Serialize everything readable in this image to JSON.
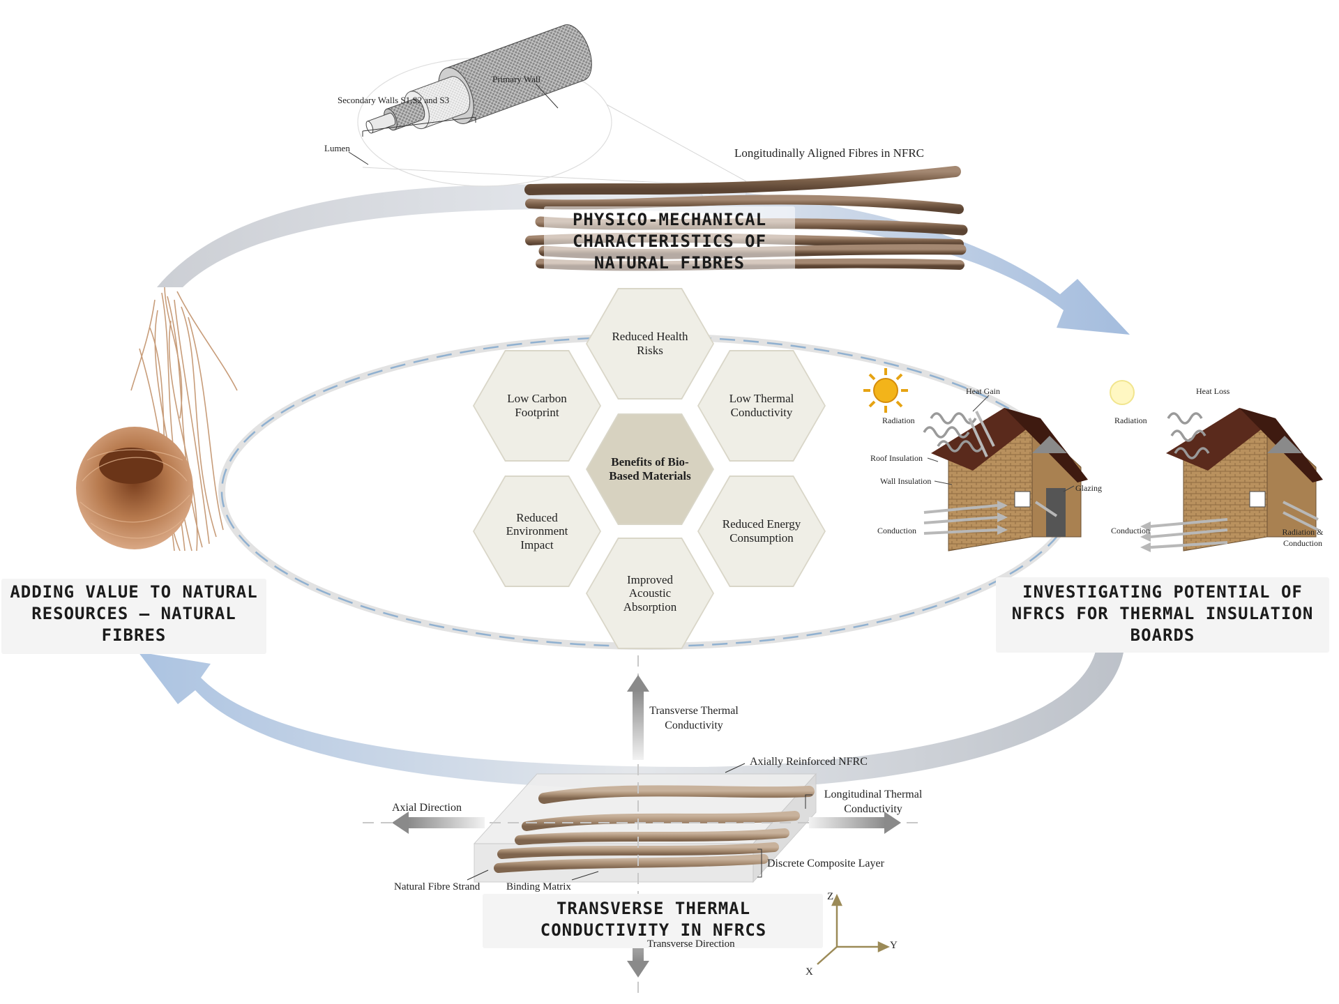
{
  "titles": {
    "top": "PHYSICO-MECHANICAL CHARACTERISTICS OF NATURAL FIBRES",
    "left": "ADDING VALUE TO NATURAL RESOURCES – NATURAL FIBRES",
    "right": "INVESTIGATING POTENTIAL OF NFRCS FOR THERMAL INSULATION BOARDS",
    "bottom": "TRANSVERSE THERMAL CONDUCTIVITY IN NFRCS"
  },
  "fibre_structure": {
    "primary_wall": "Primary Wall",
    "secondary_walls": "Secondary Walls S1,S2 and S3",
    "lumen": "Lumen",
    "aligned_fibres": "Longitudinally Aligned Fibres in NFRC"
  },
  "benefits": {
    "core": "Benefits of Bio-Based Materials",
    "items": [
      "Reduced Health Risks",
      "Low Carbon Footprint",
      "Low Thermal Conductivity",
      "Reduced Environment Impact",
      "Reduced Energy Consumption",
      "Improved Acoustic Absorption"
    ]
  },
  "houses": {
    "heat_gain": "Heat Gain",
    "heat_loss": "Heat Loss",
    "radiation": "Radiation",
    "roof_insulation": "Roof Insulation",
    "wall_insulation": "Wall Insulation",
    "glazing": "Glazing",
    "conduction": "Conduction",
    "radiation_conduction": "Radiation & Conduction"
  },
  "composite": {
    "transverse_conductivity": "Transverse Thermal Conductivity",
    "axially_reinforced": "Axially Reinforced NFRC",
    "longitudinal_conductivity": "Longitudinal Thermal Conductivity",
    "axial_direction": "Axial Direction",
    "discrete_layer": "Discrete Composite Layer",
    "fibre_strand": "Natural Fibre Strand",
    "binding_matrix": "Binding Matrix",
    "transverse_direction": "Transverse Direction"
  },
  "axes": {
    "z": "Z",
    "y": "Y",
    "x": "X"
  },
  "colors": {
    "cycle_arrow": "#b3c8e2",
    "hex_fill": "#efeee6",
    "hex_core": "#d7d2c0",
    "fibre": "#8b6f56",
    "dashed_ellipse": "#8fb0d0",
    "brick": "#b5874f",
    "roof": "#5a2a1c"
  }
}
